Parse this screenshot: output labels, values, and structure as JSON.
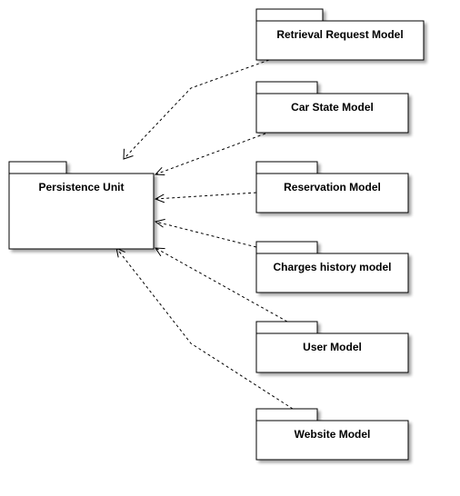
{
  "diagram": {
    "type": "uml-package-dependency",
    "target": {
      "label": "Persistence Unit"
    },
    "sources": [
      {
        "label": "Retrieval Request Model"
      },
      {
        "label": "Car State Model"
      },
      {
        "label": "Reservation Model"
      },
      {
        "label": "Charges history model"
      },
      {
        "label": "User Model"
      },
      {
        "label": "Website Model"
      }
    ],
    "relationship": "dependency",
    "line_style": "dashed",
    "arrowhead": "open"
  }
}
